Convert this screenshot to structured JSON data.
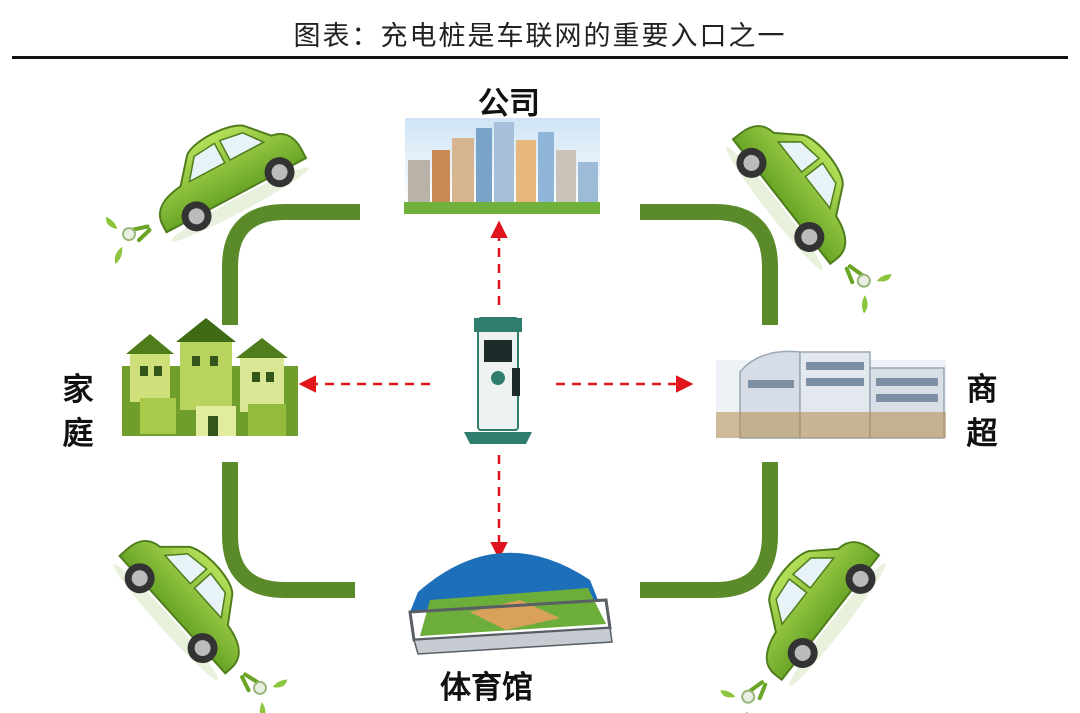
{
  "title": "图表：充电桩是车联网的重要入口之一",
  "nodes": {
    "company": "公司",
    "home": "家庭",
    "mall": "商超",
    "stadium": "体育馆"
  },
  "icons": {
    "center": "charging-pile-icon",
    "company": "city-buildings-icon",
    "home": "houses-icon",
    "mall": "shopping-mall-icon",
    "stadium": "stadium-icon",
    "cars": "electric-car-icon"
  },
  "colors": {
    "loop": "#5b8a2b",
    "arrow": "#e0141c",
    "car_body": "#8cc63f",
    "pile": "#2f7d6d"
  }
}
